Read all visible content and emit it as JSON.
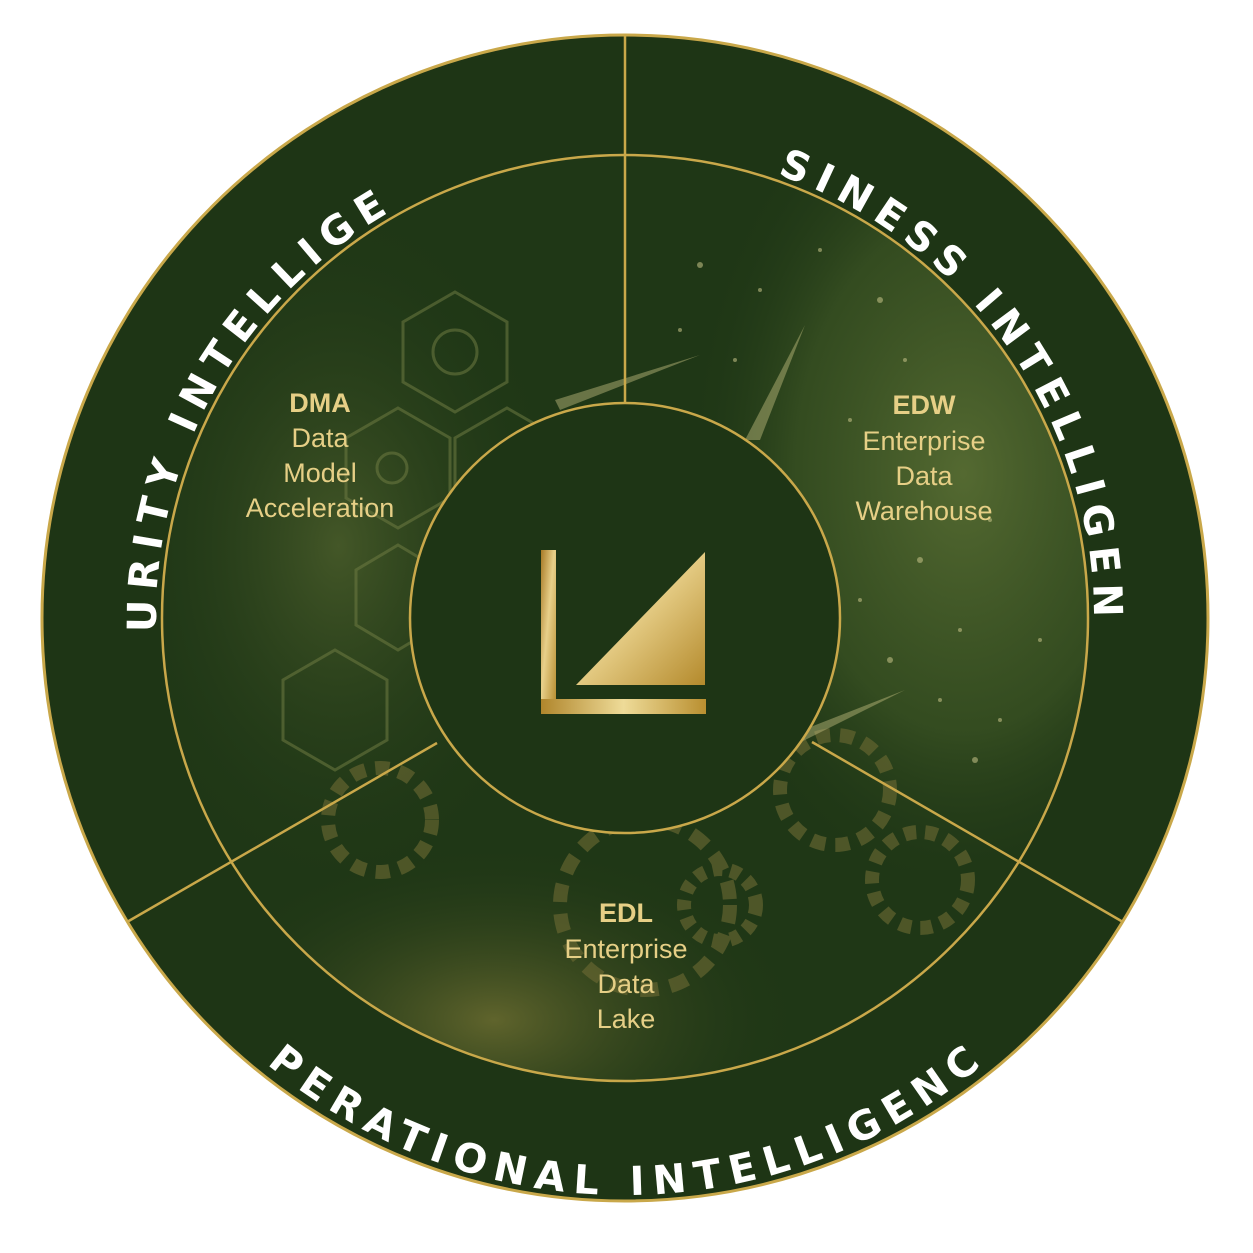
{
  "outer_ring": {
    "security": "SECURITY INTELLIGENCE",
    "business": "BUSINESS INTELLIGENCE",
    "operational": "OPERATIONAL INTELLIGENCE"
  },
  "segments": {
    "dma": {
      "abbr": "DMA",
      "lines": [
        "Data",
        "Model",
        "Acceleration"
      ]
    },
    "edw": {
      "abbr": "EDW",
      "lines": [
        "Enterprise",
        "Data",
        "Warehouse"
      ]
    },
    "edl": {
      "abbr": "EDL",
      "lines": [
        "Enterprise",
        "Data",
        "Lake"
      ]
    }
  },
  "colors": {
    "dark_green": "#1e3515",
    "gold": "#c9a84a",
    "text_gold": "#e6cf86",
    "white": "#ffffff"
  },
  "center_logo": "gold-l-triangle-logo-icon"
}
